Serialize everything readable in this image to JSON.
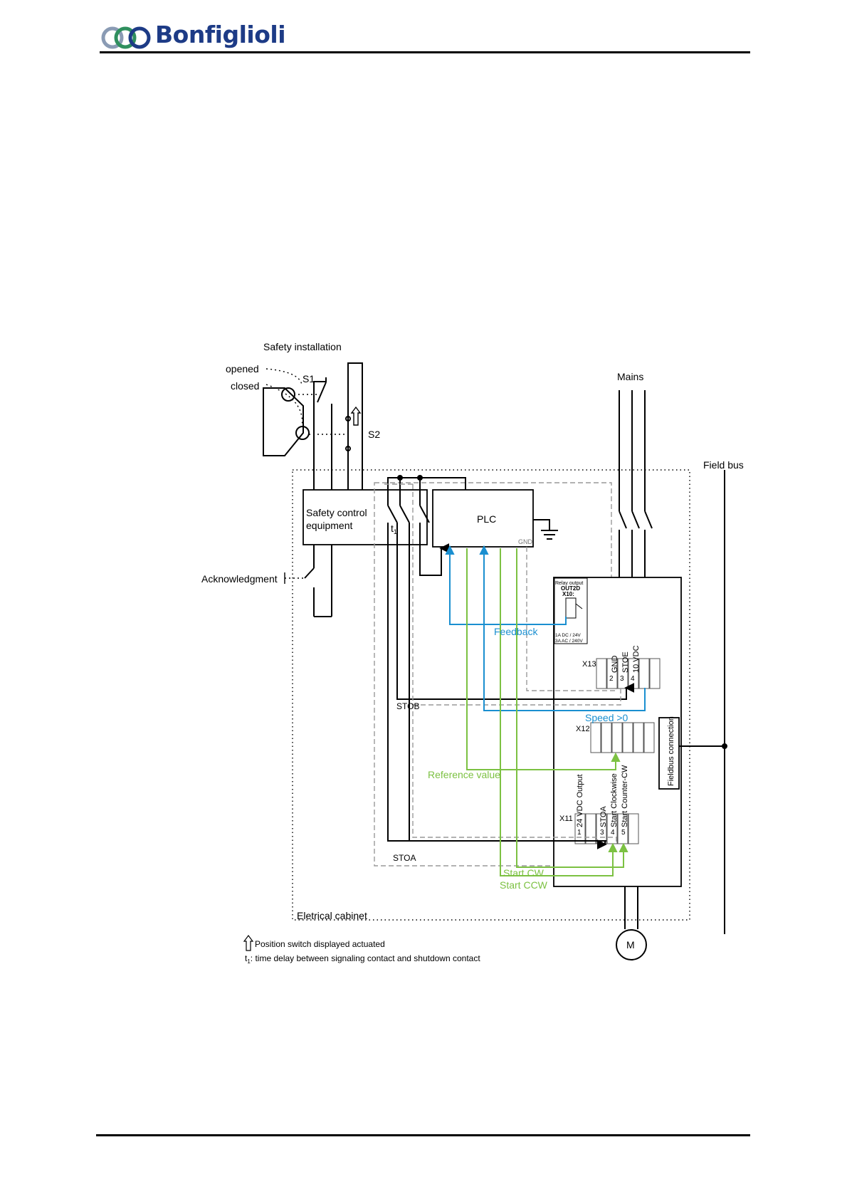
{
  "header": {
    "brand": "Bonfiglioli"
  },
  "diagram": {
    "safety_installation": "Safety installation",
    "opened": "opened",
    "closed": "closed",
    "s1": "S1",
    "s2": "S2",
    "mains": "Mains",
    "field_bus": "Field bus",
    "safety_control_line1": "Safety control",
    "safety_control_line2": "equipment",
    "t1": "t",
    "t1_sub": "1",
    "plc": "PLC",
    "gnd_small": "GND",
    "acknowledgment": "Acknowledgment",
    "relay_output": "Relay output",
    "out2d": "OUT2D",
    "x10": "X10:",
    "relay_rating1": "1A DC / 24V",
    "relay_rating2": "3A AC / 240V",
    "feedback": "Feedback",
    "x13": "X13",
    "x13_gnd": "GND",
    "x13_stoe": "STOE",
    "x13_10vdc": "10 VDC",
    "x13_pin2": "2",
    "x13_pin3": "3",
    "x13_pin4": "4",
    "stob": "STOB",
    "speed": "Speed >0",
    "x12": "X12",
    "fieldbus_connection": "Fieldbus connection",
    "reference_value": "Reference value",
    "x11": "X11",
    "x11_24vdc": "24 VDC Output",
    "x11_stoa": "STOA",
    "x11_start_cw": "Start Clockwise",
    "x11_start_ccw": "Start Counter-CW",
    "x11_pin1": "1",
    "x11_pin3": "3",
    "x11_pin4": "4",
    "x11_pin5": "5",
    "stoa": "STOA",
    "start_cw": "Start CW",
    "start_ccw": "Start CCW",
    "cabinet": "Eletrical cabinet",
    "motor": "M",
    "legend1": "Position switch displayed actuated",
    "legend2_t": "t",
    "legend2_sub": "1",
    "legend2_rest": ": time delay between signaling contact and shutdown contact"
  },
  "colors": {
    "brand": "#1d3b86",
    "feedback_blue": "#1a8fd0",
    "green": "#7cc142",
    "dashed_gray": "#999999"
  }
}
